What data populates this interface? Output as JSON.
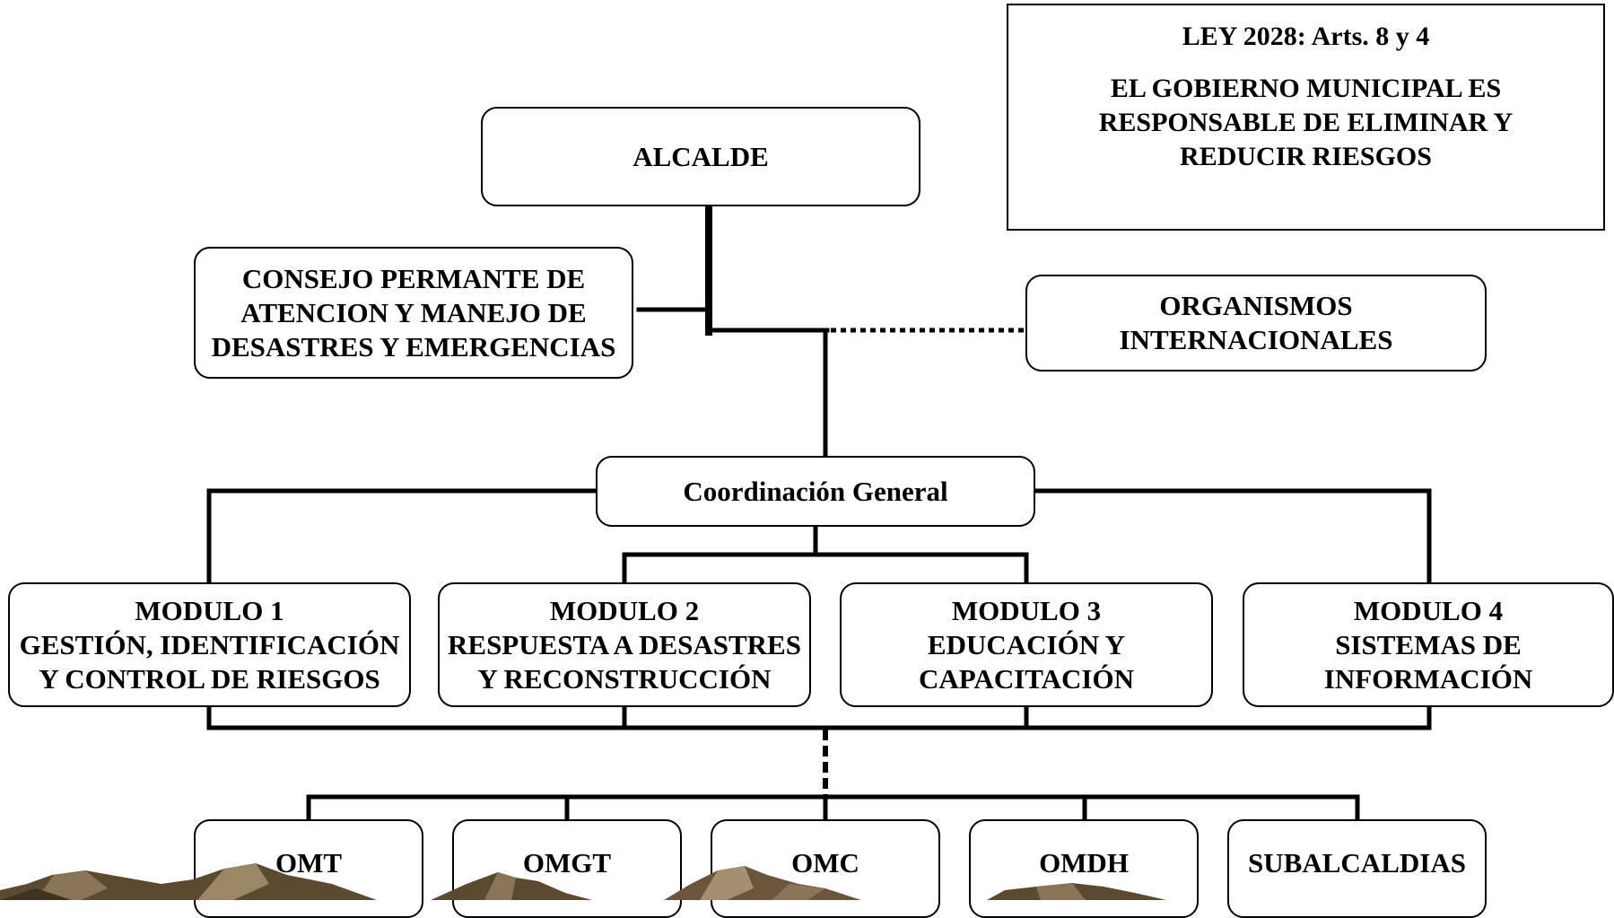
{
  "law": {
    "title": "LEY 2028: Arts. 8 y 4",
    "line1": "EL GOBIERNO MUNICIPAL ES",
    "line2": "RESPONSABLE DE ELIMINAR Y",
    "line3": "REDUCIR RIESGOS"
  },
  "alcalde": "ALCALDE",
  "consejo": {
    "line1": "CONSEJO PERMANTE DE",
    "line2": "ATENCION Y MANEJO DE",
    "line3": "DESASTRES Y EMERGENCIAS"
  },
  "organismos": {
    "line1": "ORGANISMOS",
    "line2": "INTERNACIONALES"
  },
  "coordinacion": "Coordinación General",
  "modulos": [
    {
      "line1": "MODULO 1",
      "line2": "GESTIÓN, IDENTIFICACIÓN",
      "line3": "Y CONTROL DE RIESGOS"
    },
    {
      "line1": "MODULO 2",
      "line2": "RESPUESTA A DESASTRES",
      "line3": "Y RECONSTRUCCIÓN"
    },
    {
      "line1": "MODULO 3",
      "line2": "EDUCACIÓN Y",
      "line3": "CAPACITACIÓN"
    },
    {
      "line1": "MODULO  4",
      "line2": "SISTEMAS DE",
      "line3": "INFORMACIÓN"
    }
  ],
  "offices": [
    "OMT",
    "OMGT",
    "OMC",
    "OMDH",
    "SUBALCALDIAS"
  ]
}
